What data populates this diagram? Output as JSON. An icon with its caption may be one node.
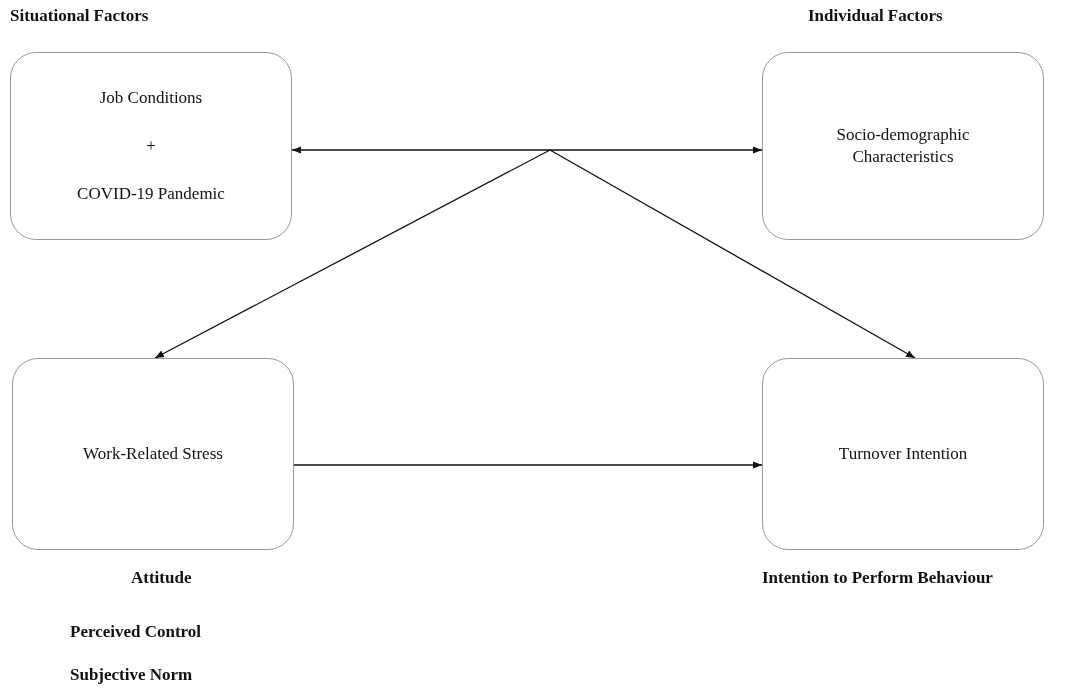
{
  "diagram": {
    "nodes": [
      {
        "text": [
          "Job Conditions",
          "+",
          "COVID-19 Pandemic"
        ],
        "beside": [
          "Situational Factors"
        ]
      },
      {
        "text": [
          "Socio-demographic Characteristics"
        ],
        "beside": [
          "Individual Factors"
        ]
      },
      {
        "text": [
          "Work-Related Stress"
        ],
        "beside": [
          "Attitude",
          "Perceived Control",
          "Subjective Norm"
        ]
      },
      {
        "text": [
          "Turnover Intention"
        ],
        "beside": [
          "Intention to Perform Behaviour"
        ]
      }
    ],
    "edges": [
      {
        "from": 0,
        "to": 1,
        "arrow": "both"
      },
      {
        "from": null,
        "to": 2,
        "arrow": "to"
      },
      {
        "from": null,
        "to": 3,
        "arrow": "to"
      },
      {
        "from": 2,
        "to": 3,
        "arrow": "to"
      }
    ]
  }
}
